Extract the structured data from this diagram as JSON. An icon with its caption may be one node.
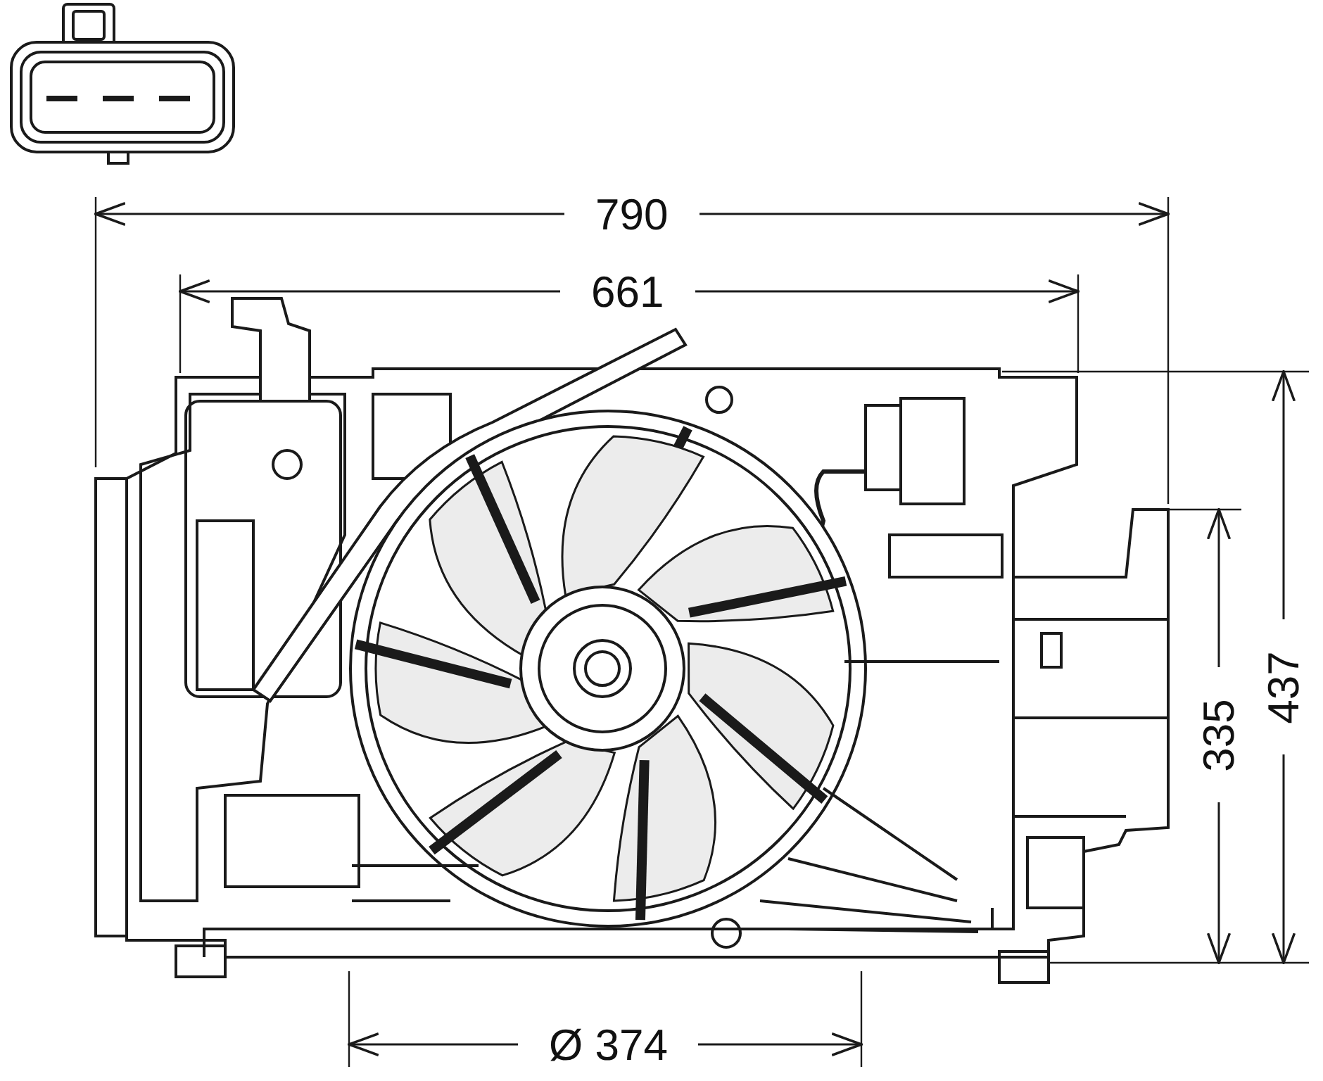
{
  "diagram": {
    "labels": [
      "790",
      "661",
      "437",
      "335",
      "Ø 374"
    ]
  }
}
